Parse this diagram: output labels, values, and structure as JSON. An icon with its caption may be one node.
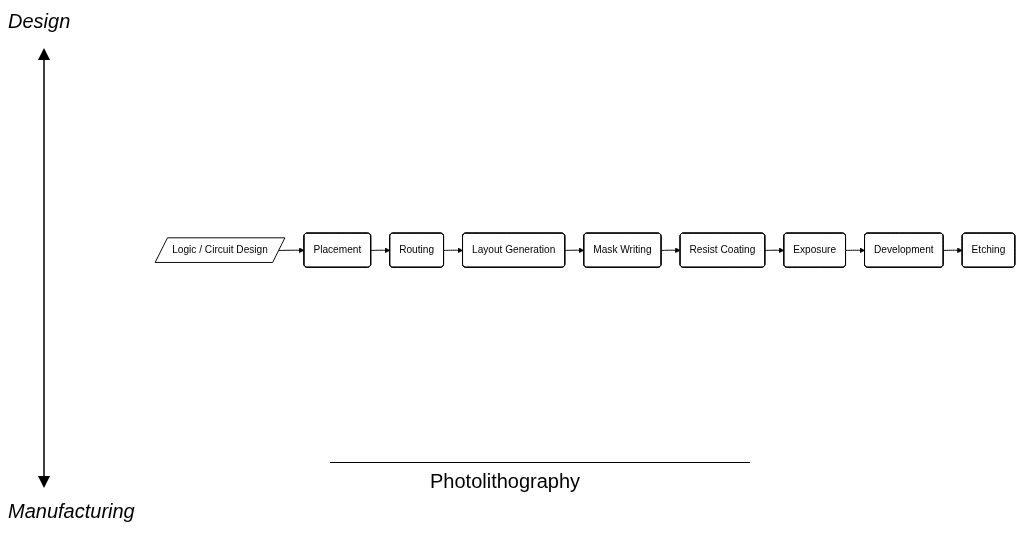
{
  "diagram": {
    "nodes": [
      {
        "text": [
          "Logic / Circuit Design"
        ]
      },
      {
        "text": [
          "Placement"
        ]
      },
      {
        "text": [
          "Routing"
        ]
      },
      {
        "text": [
          "Layout Generation"
        ]
      },
      {
        "text": [
          "Mask Writing"
        ]
      },
      {
        "text": [
          "Resist Coating"
        ]
      },
      {
        "text": [
          "Exposure"
        ]
      },
      {
        "text": [
          "Development"
        ]
      },
      {
        "text": [
          "Etching"
        ]
      }
    ],
    "edges": [
      {
        "from": 0,
        "to": 1,
        "arrow": "to"
      },
      {
        "from": 1,
        "to": 2,
        "arrow": "to"
      },
      {
        "from": 2,
        "to": 3,
        "arrow": "to"
      },
      {
        "from": 3,
        "to": 4,
        "arrow": "to"
      },
      {
        "from": 4,
        "to": 5,
        "arrow": "to"
      },
      {
        "from": 5,
        "to": 6,
        "arrow": "to"
      },
      {
        "from": 6,
        "to": 7,
        "arrow": "to"
      },
      {
        "from": 7,
        "to": 8,
        "arrow": "to"
      }
    ],
    "labels": [
      "Design",
      "Manufacturing",
      "Photolithography"
    ]
  }
}
